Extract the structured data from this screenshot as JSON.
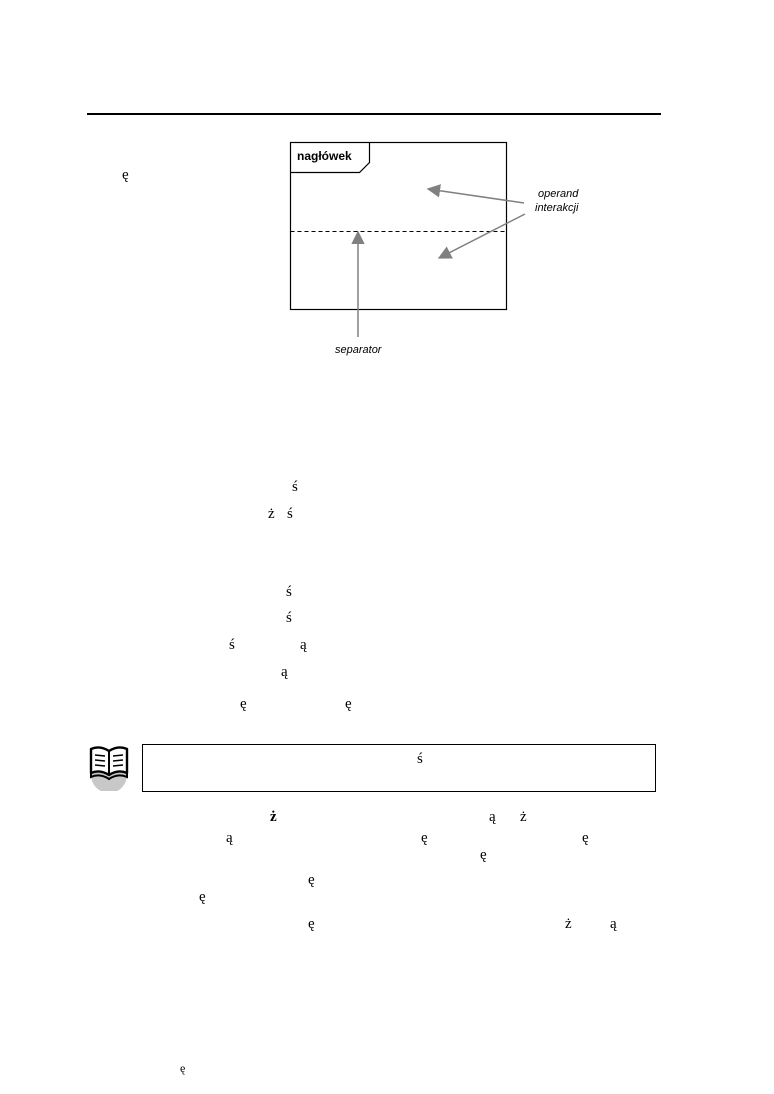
{
  "diagram": {
    "header_label": "nagłówek",
    "operand_label_line1": "operand",
    "operand_label_line2": "interakcji",
    "separator_label": "separator"
  },
  "glyphs": [
    {
      "id": "g1",
      "text": "ę"
    },
    {
      "id": "g2",
      "text": "ś"
    },
    {
      "id": "g3",
      "text": "ż"
    },
    {
      "id": "g4",
      "text": "ś"
    },
    {
      "id": "g5",
      "text": "ś"
    },
    {
      "id": "g6",
      "text": "ś"
    },
    {
      "id": "g7",
      "text": "ś"
    },
    {
      "id": "g8",
      "text": "ą"
    },
    {
      "id": "g9",
      "text": "ą"
    },
    {
      "id": "g10",
      "text": "ę"
    },
    {
      "id": "g11",
      "text": "ę"
    },
    {
      "id": "g12",
      "text": "ś"
    },
    {
      "id": "g13",
      "text": "ż"
    },
    {
      "id": "g14",
      "text": "ą"
    },
    {
      "id": "g15",
      "text": "ż"
    },
    {
      "id": "g16",
      "text": "ą"
    },
    {
      "id": "g17",
      "text": "ę"
    },
    {
      "id": "g18",
      "text": "ę"
    },
    {
      "id": "g19",
      "text": "ę"
    },
    {
      "id": "g20",
      "text": "ę"
    },
    {
      "id": "g21",
      "text": "ę"
    },
    {
      "id": "g22",
      "text": "ę"
    },
    {
      "id": "g23",
      "text": "ż"
    },
    {
      "id": "g24",
      "text": "ą"
    },
    {
      "id": "g25",
      "text": "ę"
    }
  ],
  "icons": {
    "note": "book-icon"
  }
}
